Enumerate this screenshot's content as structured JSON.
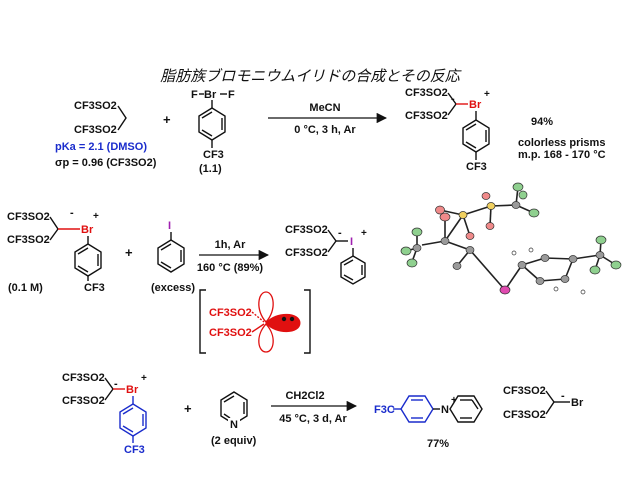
{
  "title": "脂肪族ブロモニウムイリドの合成とその反応",
  "scheme1": {
    "reactant1": {
      "line1": "CF3SO2",
      "line2": "CF3SO2",
      "pka": "pKa = 2.1 (DMSO)",
      "sigma": "σp = 0.96 (CF3SO2)"
    },
    "plus": "+",
    "reactant2": {
      "top_f1": "F",
      "top_br": "Br",
      "top_f2": "F",
      "bottom": "CF3",
      "equiv": "(1.1)"
    },
    "reagent_top": "MeCN",
    "reagent_bottom": "0 °C, 3 h, Ar",
    "product": {
      "line1": "CF3SO2",
      "line2": "CF3SO2",
      "br": "Br",
      "minus": "-",
      "plus": "+",
      "bottom": "CF3"
    },
    "yield": "94%",
    "note1": "colorless prisms",
    "note2": "m.p. 168 - 170 °C"
  },
  "scheme2": {
    "reactant1": {
      "line1": "CF3SO2",
      "line2": "CF3SO2",
      "br": "Br",
      "minus": "-",
      "plus": "+",
      "bottom": "CF3",
      "conc": "(0.1 M)"
    },
    "plus": "+",
    "reactant2": {
      "i": "I",
      "amount": "(excess)"
    },
    "reagent_top": "1h, Ar",
    "reagent_bottom": "160 °C (89%)",
    "product": {
      "line1": "CF3SO2",
      "line2": "CF3SO2",
      "i": "I",
      "minus": "-",
      "plus": "+"
    },
    "carbene": {
      "line1": "CF3SO2",
      "line2": "CF3SO2"
    }
  },
  "scheme3": {
    "reactant1": {
      "line1": "CF3SO2",
      "line2": "CF3SO2",
      "br": "Br",
      "minus": "-",
      "plus": "+",
      "bottom": "CF3"
    },
    "plus": "+",
    "reactant2": {
      "n": "N",
      "amount": "(2 equiv)"
    },
    "reagent_top": "CH2Cl2",
    "reagent_bottom": "45 °C, 3 d, Ar",
    "product1": {
      "cf3": "F3C",
      "n": "N",
      "plus": "+"
    },
    "product2": {
      "line1": "CF3SO2",
      "line2": "CF3SO2",
      "br": "Br",
      "minus": "-"
    },
    "yield": "77%"
  },
  "colors": {
    "blue": "#1a2ccc",
    "red": "#e01010",
    "ellipsoid_green": "#8fd08f",
    "ellipsoid_red": "#f08a8a",
    "ellipsoid_grey": "#9a9a9a"
  }
}
